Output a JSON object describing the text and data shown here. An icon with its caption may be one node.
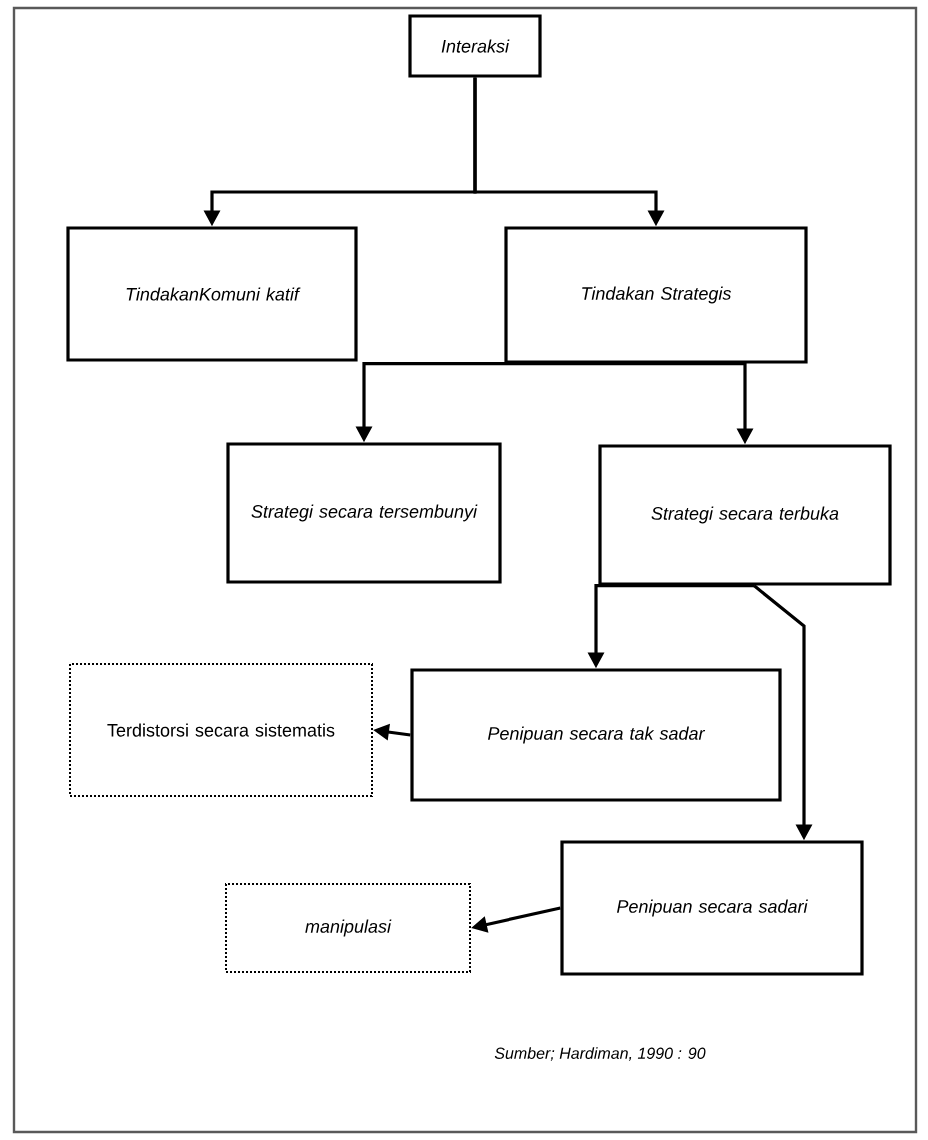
{
  "diagram": {
    "nodes": [
      {
        "text": [
          "Interaksi"
        ]
      },
      {
        "text": [
          "TindakanKomuni katif"
        ]
      },
      {
        "text": [
          "Tindakan Strategis"
        ]
      },
      {
        "text": [
          "Strategi secara tersembunyi"
        ]
      },
      {
        "text": [
          "Strategi secara terbuka"
        ]
      },
      {
        "text": [
          "Terdistorsi secara sistematis"
        ]
      },
      {
        "text": [
          "Penipuan secara tak sadar"
        ]
      },
      {
        "text": [
          "manipulasi"
        ]
      },
      {
        "text": [
          "Penipuan secara sadari"
        ]
      }
    ],
    "edges": [
      {
        "from": 0,
        "to": 1,
        "arrow": "to"
      },
      {
        "from": 0,
        "to": 2,
        "arrow": "to"
      },
      {
        "from": 2,
        "to": 3,
        "arrow": "to"
      },
      {
        "from": 2,
        "to": 4,
        "arrow": "to"
      },
      {
        "from": 4,
        "to": 6,
        "arrow": "to"
      },
      {
        "from": 4,
        "to": 8,
        "arrow": "to"
      },
      {
        "from": 6,
        "to": 5,
        "arrow": "to"
      },
      {
        "from": 8,
        "to": 7,
        "arrow": "to"
      }
    ],
    "labels": [
      "Sumber; Hardiman, 1990 : 90"
    ]
  }
}
